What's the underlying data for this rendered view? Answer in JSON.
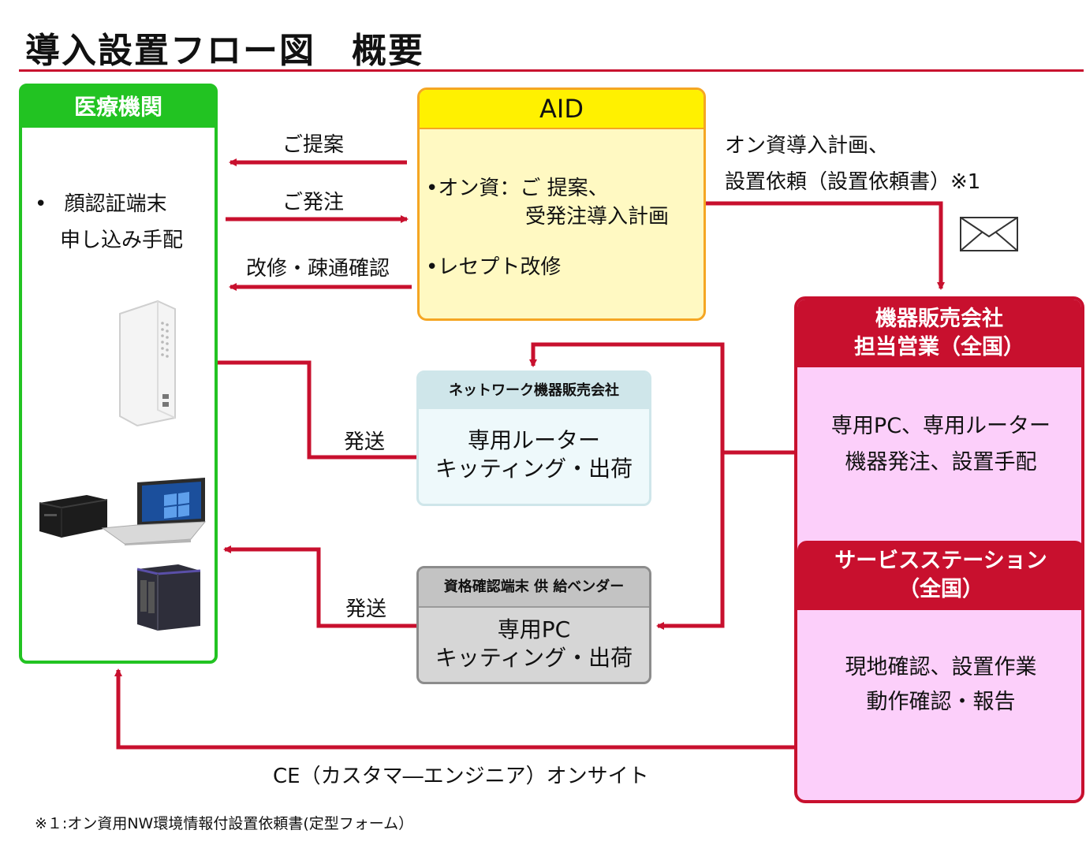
{
  "title": "導入設置フロー図　概要",
  "medical": {
    "header": "医療機関",
    "bullet_mark": "•",
    "bullet_line1": "顔認証端末",
    "bullet_line2": "申し込み手配"
  },
  "aid": {
    "header": "AID",
    "line1": "•オン資：ご 提案、",
    "line2": "受発注導入計画",
    "line3": "•レセプト改修"
  },
  "arrows": {
    "proposal": "ご提案",
    "order": "ご発注",
    "renovation": "改修・疎通確認",
    "ship1": "発送",
    "ship2": "発送",
    "plan_line1": "オン資導入計画、",
    "plan_line2": "設置依頼（設置依頼書）※1",
    "ce_onsite": "CE（カスタマ―エンジニア）オンサイト"
  },
  "network_vendor": {
    "header": "ネットワーク機器販売会社",
    "line1": "専用ルーター",
    "line2": "キッティング・出荷"
  },
  "pc_vendor": {
    "header": "資格確認端末 供 給ベンダー",
    "line1": "専用PC",
    "line2": "キッティング・出荷"
  },
  "equipment_sales": {
    "header_line1": "機器販売会社",
    "header_line2": "担当営業（全国）",
    "line1": "専用PC、専用ルーター",
    "line2": "機器発注、設置手配"
  },
  "service_station": {
    "header_line1": "サービスステーション",
    "header_line2": "（全国）",
    "line1": "現地確認、設置作業",
    "line2": "動作確認・報告"
  },
  "footnote": "※１:オン資用NW環境情報付設置依頼書(定型フォーム）",
  "colors": {
    "accent_red": "#c8102e",
    "medical_green": "#22c322",
    "aid_yellow": "#fff100",
    "sales_pink": "#fccffa"
  },
  "icons": [
    "mail-envelope-icon",
    "router-device-icon",
    "desktop-pc-icon",
    "laptop-icon",
    "nas-storage-icon"
  ]
}
